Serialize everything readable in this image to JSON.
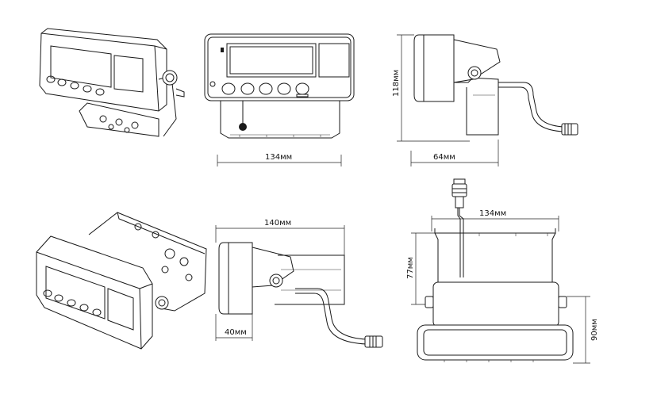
{
  "dimensions": {
    "front_width": "134мм",
    "side_height": "118мм",
    "side_depth": "64мм",
    "bottom_width": "140мм",
    "bottom_depth": "40мм",
    "rear_width": "134мм",
    "rear_bracket_height": "77мм",
    "rear_height": "90мм"
  }
}
